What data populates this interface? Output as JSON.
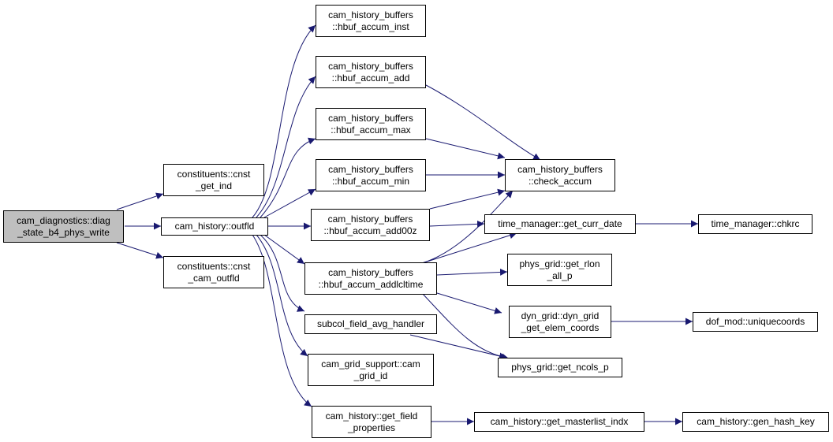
{
  "nodes": {
    "root": [
      "cam_diagnostics::diag",
      "_state_b4_phys_write"
    ],
    "outfld": [
      "cam_history::outfld"
    ],
    "cnst_get_ind": [
      "constituents::cnst",
      "_get_ind"
    ],
    "cnst_cam_outfld": [
      "constituents::cnst",
      "_cam_outfld"
    ],
    "hbuf_accum_inst": [
      "cam_history_buffers",
      "::hbuf_accum_inst"
    ],
    "hbuf_accum_add": [
      "cam_history_buffers",
      "::hbuf_accum_add"
    ],
    "hbuf_accum_max": [
      "cam_history_buffers",
      "::hbuf_accum_max"
    ],
    "hbuf_accum_min": [
      "cam_history_buffers",
      "::hbuf_accum_min"
    ],
    "hbuf_accum_add00z": [
      "cam_history_buffers",
      "::hbuf_accum_add00z"
    ],
    "hbuf_accum_addlcltime": [
      "cam_history_buffers",
      "::hbuf_accum_addlcltime"
    ],
    "subcol": [
      "subcol_field_avg_handler"
    ],
    "cam_grid_id": [
      "cam_grid_support::cam",
      "_grid_id"
    ],
    "get_field_properties": [
      "cam_history::get_field",
      "_properties"
    ],
    "check_accum": [
      "cam_history_buffers",
      "::check_accum"
    ],
    "get_curr_date": [
      "time_manager::get_curr_date"
    ],
    "chkrc": [
      "time_manager::chkrc"
    ],
    "get_rlon": [
      "phys_grid::get_rlon",
      "_all_p"
    ],
    "elem_coords": [
      "dyn_grid::dyn_grid",
      "_get_elem_coords"
    ],
    "uniquecoords": [
      "dof_mod::uniquecoords"
    ],
    "get_ncols_p": [
      "phys_grid::get_ncols_p"
    ],
    "masterlist": [
      "cam_history::get_masterlist_indx"
    ],
    "hash_key": [
      "cam_history::gen_hash_key"
    ]
  },
  "colors": {
    "edge": "#191970",
    "root_fill": "#bfbfbf",
    "node_border": "#000000"
  }
}
